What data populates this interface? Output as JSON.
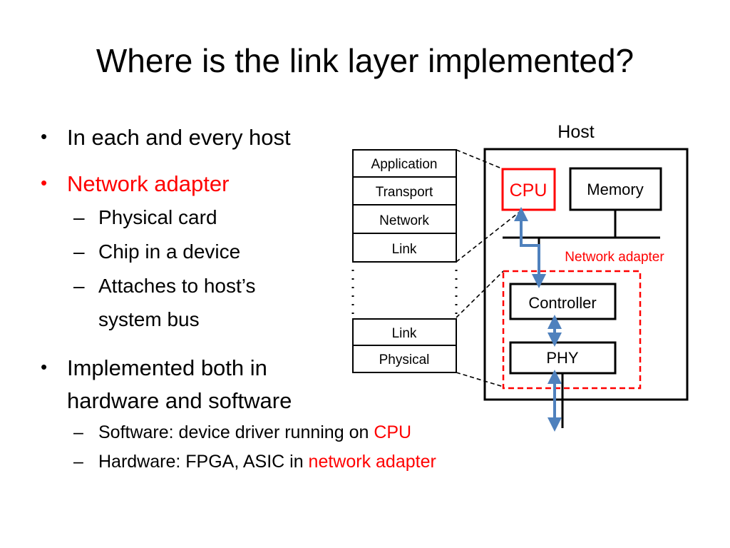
{
  "slide": {
    "title": "Where is the link layer implemented?",
    "bullets": [
      {
        "text": "In each and every host"
      },
      {
        "text": "Network adapter",
        "color": "#ff0000",
        "subs": [
          "Physical card",
          "Chip in a device",
          "Attaches to host’s",
          "system bus"
        ]
      },
      {
        "text_line1": "Implemented both in",
        "text_line2": "hardware and software",
        "subs": [
          {
            "prefix": "Software: device driver running on ",
            "highlight": "CPU"
          },
          {
            "prefix": "Hardware: FPGA, ASIC in ",
            "highlight": "network adapter"
          }
        ]
      }
    ],
    "dash": "–"
  },
  "diagram": {
    "stack_top": [
      "Application",
      "Transport",
      "Network",
      "Link"
    ],
    "stack_bottom": [
      "Link",
      "Physical"
    ],
    "host_label": "Host",
    "cpu_label": "CPU",
    "memory_label": "Memory",
    "adapter_label": "Network adapter",
    "controller_label": "Controller",
    "phy_label": "PHY",
    "colors": {
      "highlight": "#ff0000",
      "arrow": "#4f81bd",
      "line": "#000000"
    }
  }
}
